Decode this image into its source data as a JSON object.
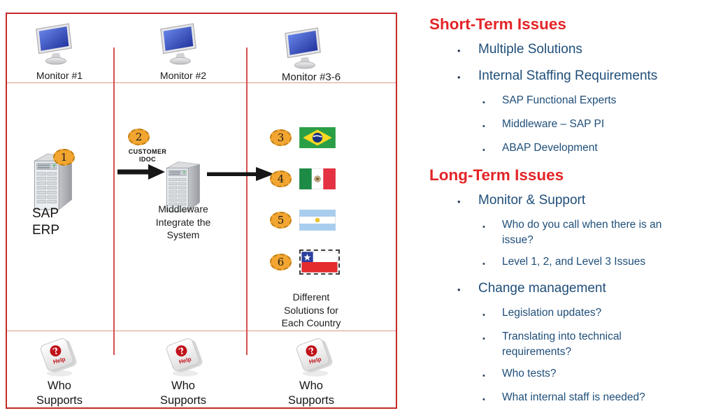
{
  "colors": {
    "heading_red": "#e32427",
    "body_blue": "#1f4e79",
    "border_red": "#c42a28",
    "grid_red": "#d4524f",
    "grid_salmon": "#e09a88",
    "badge_orange": "#f2a530",
    "arrow_black": "#161616",
    "help_red": "#c0121b",
    "monitor_blue": "#2b3fb0"
  },
  "icons": {
    "monitor": "monitor-icon",
    "server": "server-tower-icon",
    "arrow": "arrow-right-icon",
    "help_key": "help-key-icon",
    "help_key_glyph": "?",
    "help_key_label": "Help"
  },
  "diagram": {
    "columns": {
      "col1": {
        "monitor": "Monitor #1",
        "badge": "1",
        "system": "SAP\nERP",
        "support": "Who\nSupports"
      },
      "col2": {
        "monitor": "Monitor #2",
        "badge": "2",
        "flow_label": "CUSTOMER\nIDOC",
        "caption": "Middleware\nIntegrate the\nSystem",
        "support": "Who\nSupports"
      },
      "col3": {
        "monitor": "Monitor #3-6",
        "caption": "Different\nSolutions for\nEach Country",
        "support": "Who\nSupports",
        "countries": [
          {
            "badge": "3",
            "flag": "brazil-flag-icon",
            "name": "Brazil"
          },
          {
            "badge": "4",
            "flag": "mexico-flag-icon",
            "name": "Mexico"
          },
          {
            "badge": "5",
            "flag": "argentina-flag-icon",
            "name": "Argentina"
          },
          {
            "badge": "6",
            "flag": "chile-flag-icon",
            "name": "Chile"
          }
        ]
      }
    }
  },
  "issues": {
    "short_term": {
      "heading": "Short-Term Issues",
      "items": [
        {
          "level": 1,
          "text": "Multiple Solutions"
        },
        {
          "level": 1,
          "text": "Internal Staffing Requirements"
        },
        {
          "level": 2,
          "text": "SAP Functional Experts"
        },
        {
          "level": 2,
          "text": "Middleware – SAP PI"
        },
        {
          "level": 2,
          "text": "ABAP Development"
        }
      ]
    },
    "long_term": {
      "heading": "Long-Term Issues",
      "items": [
        {
          "level": 1,
          "text": "Monitor & Support"
        },
        {
          "level": 2,
          "text": "Who do you call when there is an issue?"
        },
        {
          "level": 2,
          "text": "Level 1, 2, and Level 3 Issues"
        },
        {
          "level": 1,
          "text": "Change management"
        },
        {
          "level": 2,
          "text": "Legislation updates?"
        },
        {
          "level": 2,
          "text": "Translating into technical requirements?"
        },
        {
          "level": 2,
          "text": "Who tests?"
        },
        {
          "level": 2,
          "text": "What internal staff is needed?"
        }
      ]
    }
  },
  "bullet_glyph": "●"
}
